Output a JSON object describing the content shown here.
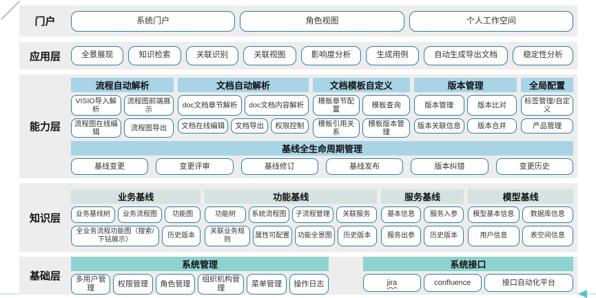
{
  "colors": {
    "band_bg": "#ededed",
    "header_blue": "#a9d4e6",
    "header_pale": "#d5e2e0",
    "header_teal": "#8fd3d0",
    "button_border": "#2e7c9e",
    "accent_line": "#cfe9f2",
    "arrow": "#58c3c5"
  },
  "portal": {
    "label": "门户",
    "items": [
      "系统门户",
      "角色视图",
      "个人工作空间"
    ]
  },
  "app": {
    "label": "应用层",
    "items": [
      "全景展现",
      "知识检索",
      "关联识别",
      "关联视图",
      "影响度分析",
      "生成用例",
      "自动生成导出文档",
      "稳定性分析"
    ]
  },
  "capability": {
    "label": "能力层",
    "groups": [
      {
        "title": "流程自动解析",
        "rows": [
          [
            "VISIO导入解析",
            "流程图前端展示"
          ],
          [
            "流程图在线编辑",
            "流程图导出"
          ]
        ]
      },
      {
        "title": "文档自动解析",
        "rows": [
          [
            "doc文档章节解析",
            "doc文档内容解析"
          ],
          [
            "文档在线编辑",
            "文档导出",
            "权限控制"
          ]
        ]
      },
      {
        "title": "文档模板自定义",
        "rows": [
          [
            "模板章节配置",
            "模板查询"
          ],
          [
            "模板引用关系",
            "模板版本管理"
          ]
        ]
      },
      {
        "title": "版本管理",
        "rows": [
          [
            "版本管理",
            "版本比对"
          ],
          [
            "版本关联信息",
            "版本合并"
          ]
        ]
      },
      {
        "title": "全局配置",
        "rows": [
          [
            "标签管理/自定义"
          ],
          [
            "产品管理"
          ]
        ]
      }
    ],
    "baseline": {
      "title": "基线全生命周期管理",
      "items": [
        "基线变更",
        "变更评审",
        "基线修订",
        "基线发布",
        "版本纠错",
        "变更历史"
      ]
    }
  },
  "knowledge": {
    "label": "知识层",
    "groups": [
      {
        "title": "业务基线",
        "rows": [
          [
            "业务基线树",
            "业务流程图",
            "功能图"
          ],
          [
            "全业务流程功能图（搜索/下钻展示）",
            "历史版本"
          ]
        ]
      },
      {
        "title": "功能基线",
        "rows": [
          [
            "功能树",
            "系统流程图",
            "子流程管理",
            "关联服务"
          ],
          [
            "关联业务规则",
            "属性可配置",
            "功能全景图",
            "历史版本"
          ]
        ]
      },
      {
        "title": "服务基线",
        "rows": [
          [
            "基本信息",
            "服务入参"
          ],
          [
            "服务出参",
            "历史版本"
          ]
        ]
      },
      {
        "title": "模型基线",
        "rows": [
          [
            "模型基本信息",
            "数据库信息"
          ],
          [
            "用户信息",
            "表空间信息"
          ]
        ]
      }
    ]
  },
  "base": {
    "label": "基础层",
    "groups": [
      {
        "title": "系统管理",
        "items": [
          "多用户管理",
          "权限管理",
          "角色管理",
          "组织机构管理",
          "菜单管理",
          "操作日志"
        ]
      },
      {
        "title": "系统接口",
        "items": [
          "jira",
          "confluence",
          "接口自动化平台"
        ]
      }
    ]
  }
}
